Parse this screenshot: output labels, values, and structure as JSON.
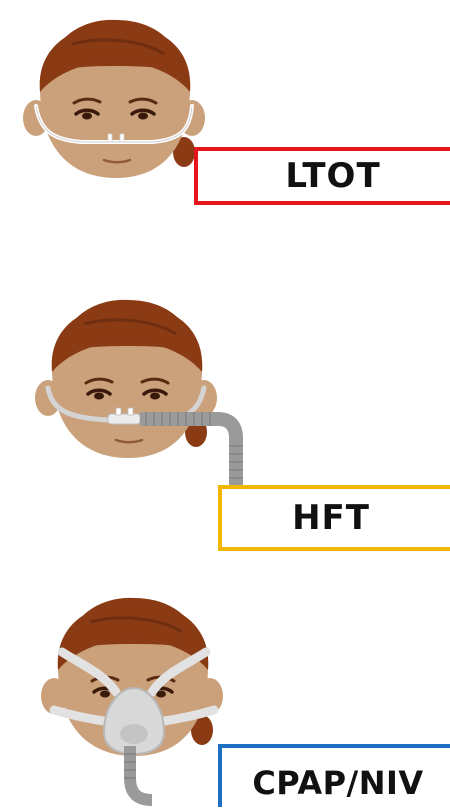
{
  "panels": [
    {
      "id": "ltot",
      "label": "LTOT",
      "device": "nasal-cannula",
      "border_color": "#e8141c"
    },
    {
      "id": "hft",
      "label": "HFT",
      "device": "high-flow-nasal-cannula",
      "border_color": "#f2b705"
    },
    {
      "id": "cpap",
      "label": "CPAP/NIV",
      "device": "oronasal-mask",
      "border_color": "#1f6fc1"
    }
  ],
  "colors": {
    "hair": "#8a3b14",
    "skin": "#caa17b",
    "tubing": "#9a9a9a",
    "mask": "#d8d8d8"
  }
}
